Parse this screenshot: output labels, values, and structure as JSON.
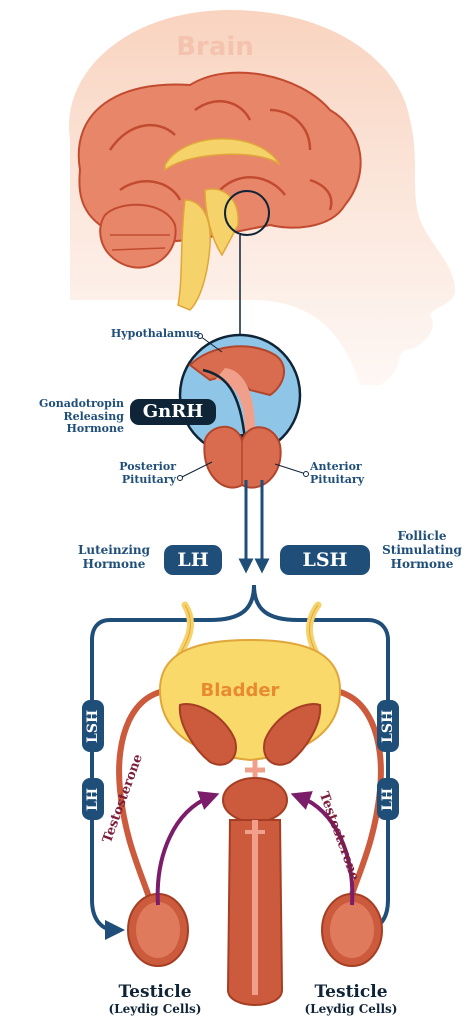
{
  "title": "Brain",
  "labels": {
    "hypothalamus": "Hypothalamus",
    "gnrh_full_line1": "Gonadotropin",
    "gnrh_full_line2": "Releasing Hormone",
    "gnrh": "GnRH",
    "posterior_line1": "Posterior",
    "posterior_line2": "Pituitary",
    "anterior_line1": "Anterior",
    "anterior_line2": "Pituitary",
    "lh_full_line1": "Luteinzing",
    "lh_full_line2": "Hormone",
    "lh": "LH",
    "lsh": "LSH",
    "fsh_full_line1": "Follicle",
    "fsh_full_line2": "Stimulating",
    "fsh_full_line3": "Hormone",
    "bladder": "Bladder",
    "testosterone": "Testosterone",
    "testicle": "Testicle",
    "leydig": "(Leydig Cells)"
  },
  "colors": {
    "navy": "#1f4e79",
    "dark_navy": "#0f2436",
    "brain_orange": "#e8866a",
    "skin": "#f6c3a8",
    "bladder_yellow": "#f8d96a",
    "organ_red": "#cc5a3c",
    "pituitary_blue": "#8fc6e8",
    "testosterone_purple": "#7b1d6a"
  }
}
